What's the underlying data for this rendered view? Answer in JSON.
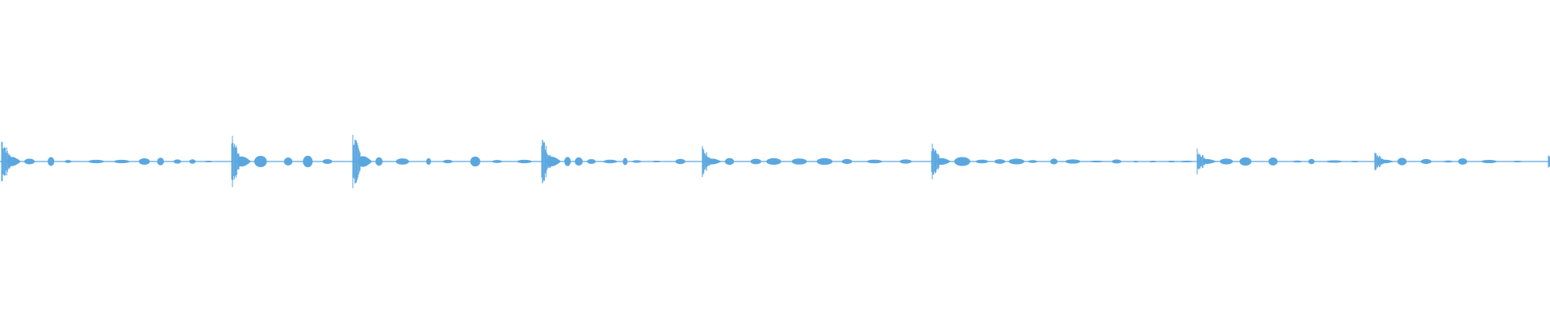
{
  "waveform": {
    "color": "#5aa7e0",
    "background": "#ffffff",
    "onsets": [
      0,
      0.149,
      0.227,
      0.349,
      0.453,
      0.601,
      0.773,
      0.888,
      1.0
    ],
    "peaks": [
      0.82,
      0.9,
      0.95,
      0.85,
      0.5,
      0.6,
      0.42,
      0.32,
      0.28
    ]
  }
}
